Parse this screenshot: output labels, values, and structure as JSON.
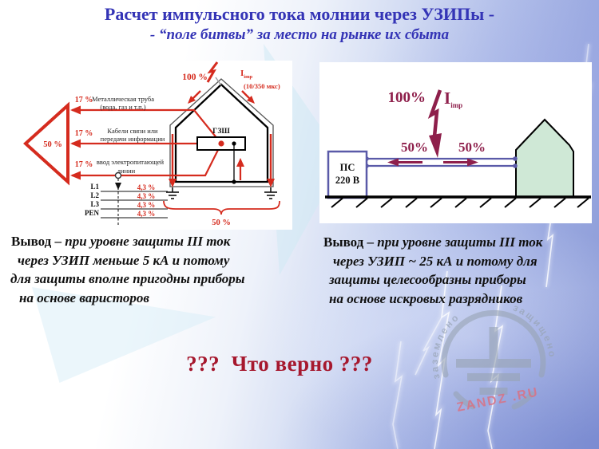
{
  "slide": {
    "title": "Расчет импульсного тока молнии через УЗИПы -",
    "subtitle": "- “поле битвы” за место на рынке их сбыта",
    "question": "???  Что верно ???",
    "title_color": "#3434b6",
    "question_color": "#a6182e"
  },
  "left_diagram": {
    "strike_percent": "100 %",
    "current_symbol": "I",
    "current_subscript": "imp",
    "waveform": "(10/350 мкс)",
    "main_arrow_percent": "50 %",
    "bus_label": "ГЗШ",
    "ground_percent": "50 %",
    "accent_color": "#d52b1e",
    "distribution": [
      {
        "percent": "17 %",
        "label1": "Металлическая труба",
        "label2": "(вода, газ и т.п.)"
      },
      {
        "percent": "17 %",
        "label1": "Кабели связи или",
        "label2": "передачи информации"
      },
      {
        "percent": "17 %",
        "label1": "ввод электропитающей",
        "label2": "линии"
      }
    ],
    "conductors": [
      {
        "name": "L1",
        "value": "4,3 %"
      },
      {
        "name": "L2",
        "value": "4,3 %"
      },
      {
        "name": "L3",
        "value": "4,3 %"
      },
      {
        "name": "PEN",
        "value": "4,3 %"
      }
    ]
  },
  "right_diagram": {
    "strike_percent": "100%",
    "current_symbol": "I",
    "current_subscript": "imp",
    "left_share": "50%",
    "right_share": "50%",
    "substation_line1": "ПС",
    "substation_line2": "220 В",
    "accent_color": "#8e1f4b",
    "wire_color": "#5a5aa8",
    "house_fill": "#cfe8d6"
  },
  "conclusion_left": {
    "lead": "Вывод –",
    "line1": "при уровне защиты III ток",
    "line2": "через УЗИП меньше 5 кА и потому",
    "line3": "для защиты вполне пригодны приборы",
    "line4": "на основе варисторов"
  },
  "conclusion_right": {
    "lead": "Вывод –",
    "line1": "при уровне защиты III ток",
    "line2": "через УЗИП ~ 25 кА и потому для",
    "line3": "защиты целесообразны приборы",
    "line4": "на основе искровых разрядников"
  },
  "watermark": {
    "arc_left": "заземлено",
    "arc_right": "защищено",
    "site": "ZANDZ .RU"
  }
}
